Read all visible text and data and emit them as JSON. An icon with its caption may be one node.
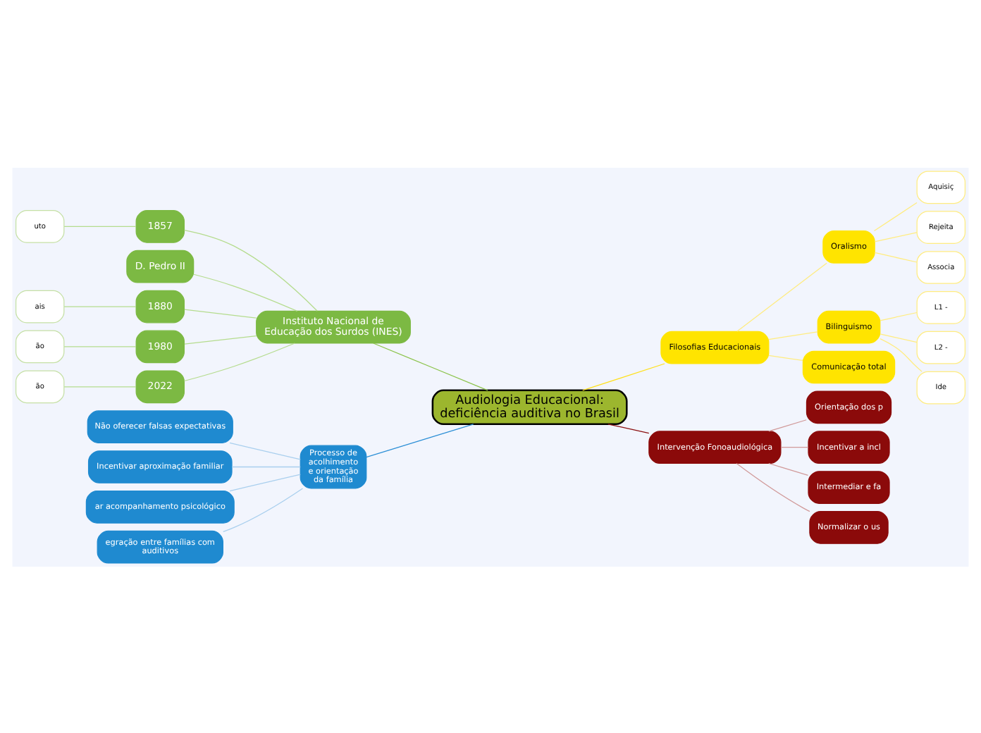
{
  "diagram": {
    "nodes": [
      {
        "text": [
          "Audiologia Educacional: deficiência auditiva no Brasil"
        ]
      },
      {
        "text": [
          "Instituto Nacional de Educação dos Surdos (INES)"
        ]
      },
      {
        "text": [
          "1857"
        ]
      },
      {
        "text": [
          "uto"
        ]
      },
      {
        "text": [
          "D. Pedro II"
        ]
      },
      {
        "text": [
          "1880"
        ]
      },
      {
        "text": [
          "ais"
        ]
      },
      {
        "text": [
          "1980"
        ]
      },
      {
        "text": [
          "ão"
        ]
      },
      {
        "text": [
          "2022"
        ]
      },
      {
        "text": [
          "ão"
        ]
      },
      {
        "text": [
          "Processo de acolhimento e orientação da família"
        ]
      },
      {
        "text": [
          "Não oferecer falsas expectativas"
        ]
      },
      {
        "text": [
          "Incentivar aproximação familiar"
        ]
      },
      {
        "text": [
          "ar acompanhamento psicológico"
        ]
      },
      {
        "text": [
          "egração entre famílias com auditivos"
        ]
      },
      {
        "text": [
          "Filosofias Educacionais"
        ]
      },
      {
        "text": [
          "Oralismo"
        ]
      },
      {
        "text": [
          "Aquisiç"
        ]
      },
      {
        "text": [
          "Rejeita"
        ]
      },
      {
        "text": [
          "Associa"
        ]
      },
      {
        "text": [
          "Bilinguismo"
        ]
      },
      {
        "text": [
          "L1 -"
        ]
      },
      {
        "text": [
          "L2 -"
        ]
      },
      {
        "text": [
          "Ide"
        ]
      },
      {
        "text": [
          "Comunicação total"
        ]
      },
      {
        "text": [
          "Intervenção Fonoaudiológica"
        ]
      },
      {
        "text": [
          "Orientação dos p"
        ]
      },
      {
        "text": [
          "Incentivar a incl"
        ]
      },
      {
        "text": [
          "Intermediar e fa"
        ]
      },
      {
        "text": [
          "Normalizar o us"
        ]
      }
    ],
    "edges": [
      {
        "from": 0,
        "to": 1,
        "arrow": "none",
        "color": "#8bc34a"
      },
      {
        "from": 1,
        "to": 2,
        "arrow": "none",
        "color": "#b5dc8e"
      },
      {
        "from": 2,
        "to": 3,
        "arrow": "none",
        "color": "#b5dc8e"
      },
      {
        "from": 1,
        "to": 4,
        "arrow": "none",
        "color": "#b5dc8e"
      },
      {
        "from": 1,
        "to": 5,
        "arrow": "none",
        "color": "#b5dc8e"
      },
      {
        "from": 5,
        "to": 6,
        "arrow": "none",
        "color": "#b5dc8e"
      },
      {
        "from": 1,
        "to": 7,
        "arrow": "none",
        "color": "#b5dc8e"
      },
      {
        "from": 7,
        "to": 8,
        "arrow": "none",
        "color": "#b5dc8e"
      },
      {
        "from": 1,
        "to": 9,
        "arrow": "none",
        "color": "#b5dc8e"
      },
      {
        "from": 9,
        "to": 10,
        "arrow": "none",
        "color": "#b5dc8e"
      },
      {
        "from": 0,
        "to": 11,
        "arrow": "none",
        "color": "#2c8fd6"
      },
      {
        "from": 11,
        "to": 12,
        "arrow": "none",
        "color": "#a9cfee"
      },
      {
        "from": 11,
        "to": 13,
        "arrow": "none",
        "color": "#a9cfee"
      },
      {
        "from": 11,
        "to": 14,
        "arrow": "none",
        "color": "#a9cfee"
      },
      {
        "from": 11,
        "to": 15,
        "arrow": "none",
        "color": "#a9cfee"
      },
      {
        "from": 0,
        "to": 16,
        "arrow": "none",
        "color": "#ffe01a"
      },
      {
        "from": 16,
        "to": 17,
        "arrow": "none",
        "color": "#ffec80"
      },
      {
        "from": 17,
        "to": 18,
        "arrow": "none",
        "color": "#ffec80"
      },
      {
        "from": 17,
        "to": 19,
        "arrow": "none",
        "color": "#ffec80"
      },
      {
        "from": 17,
        "to": 20,
        "arrow": "none",
        "color": "#ffec80"
      },
      {
        "from": 16,
        "to": 21,
        "arrow": "none",
        "color": "#ffec80"
      },
      {
        "from": 21,
        "to": 22,
        "arrow": "none",
        "color": "#ffec80"
      },
      {
        "from": 21,
        "to": 23,
        "arrow": "none",
        "color": "#ffec80"
      },
      {
        "from": 21,
        "to": 24,
        "arrow": "none",
        "color": "#ffec80"
      },
      {
        "from": 16,
        "to": 25,
        "arrow": "none",
        "color": "#ffec80"
      },
      {
        "from": 0,
        "to": 26,
        "arrow": "none",
        "color": "#8b1010"
      },
      {
        "from": 26,
        "to": 27,
        "arrow": "none",
        "color": "#d19a9a"
      },
      {
        "from": 26,
        "to": 28,
        "arrow": "none",
        "color": "#d19a9a"
      },
      {
        "from": 26,
        "to": 29,
        "arrow": "none",
        "color": "#d19a9a"
      },
      {
        "from": 26,
        "to": 30,
        "arrow": "none",
        "color": "#d19a9a"
      }
    ]
  }
}
